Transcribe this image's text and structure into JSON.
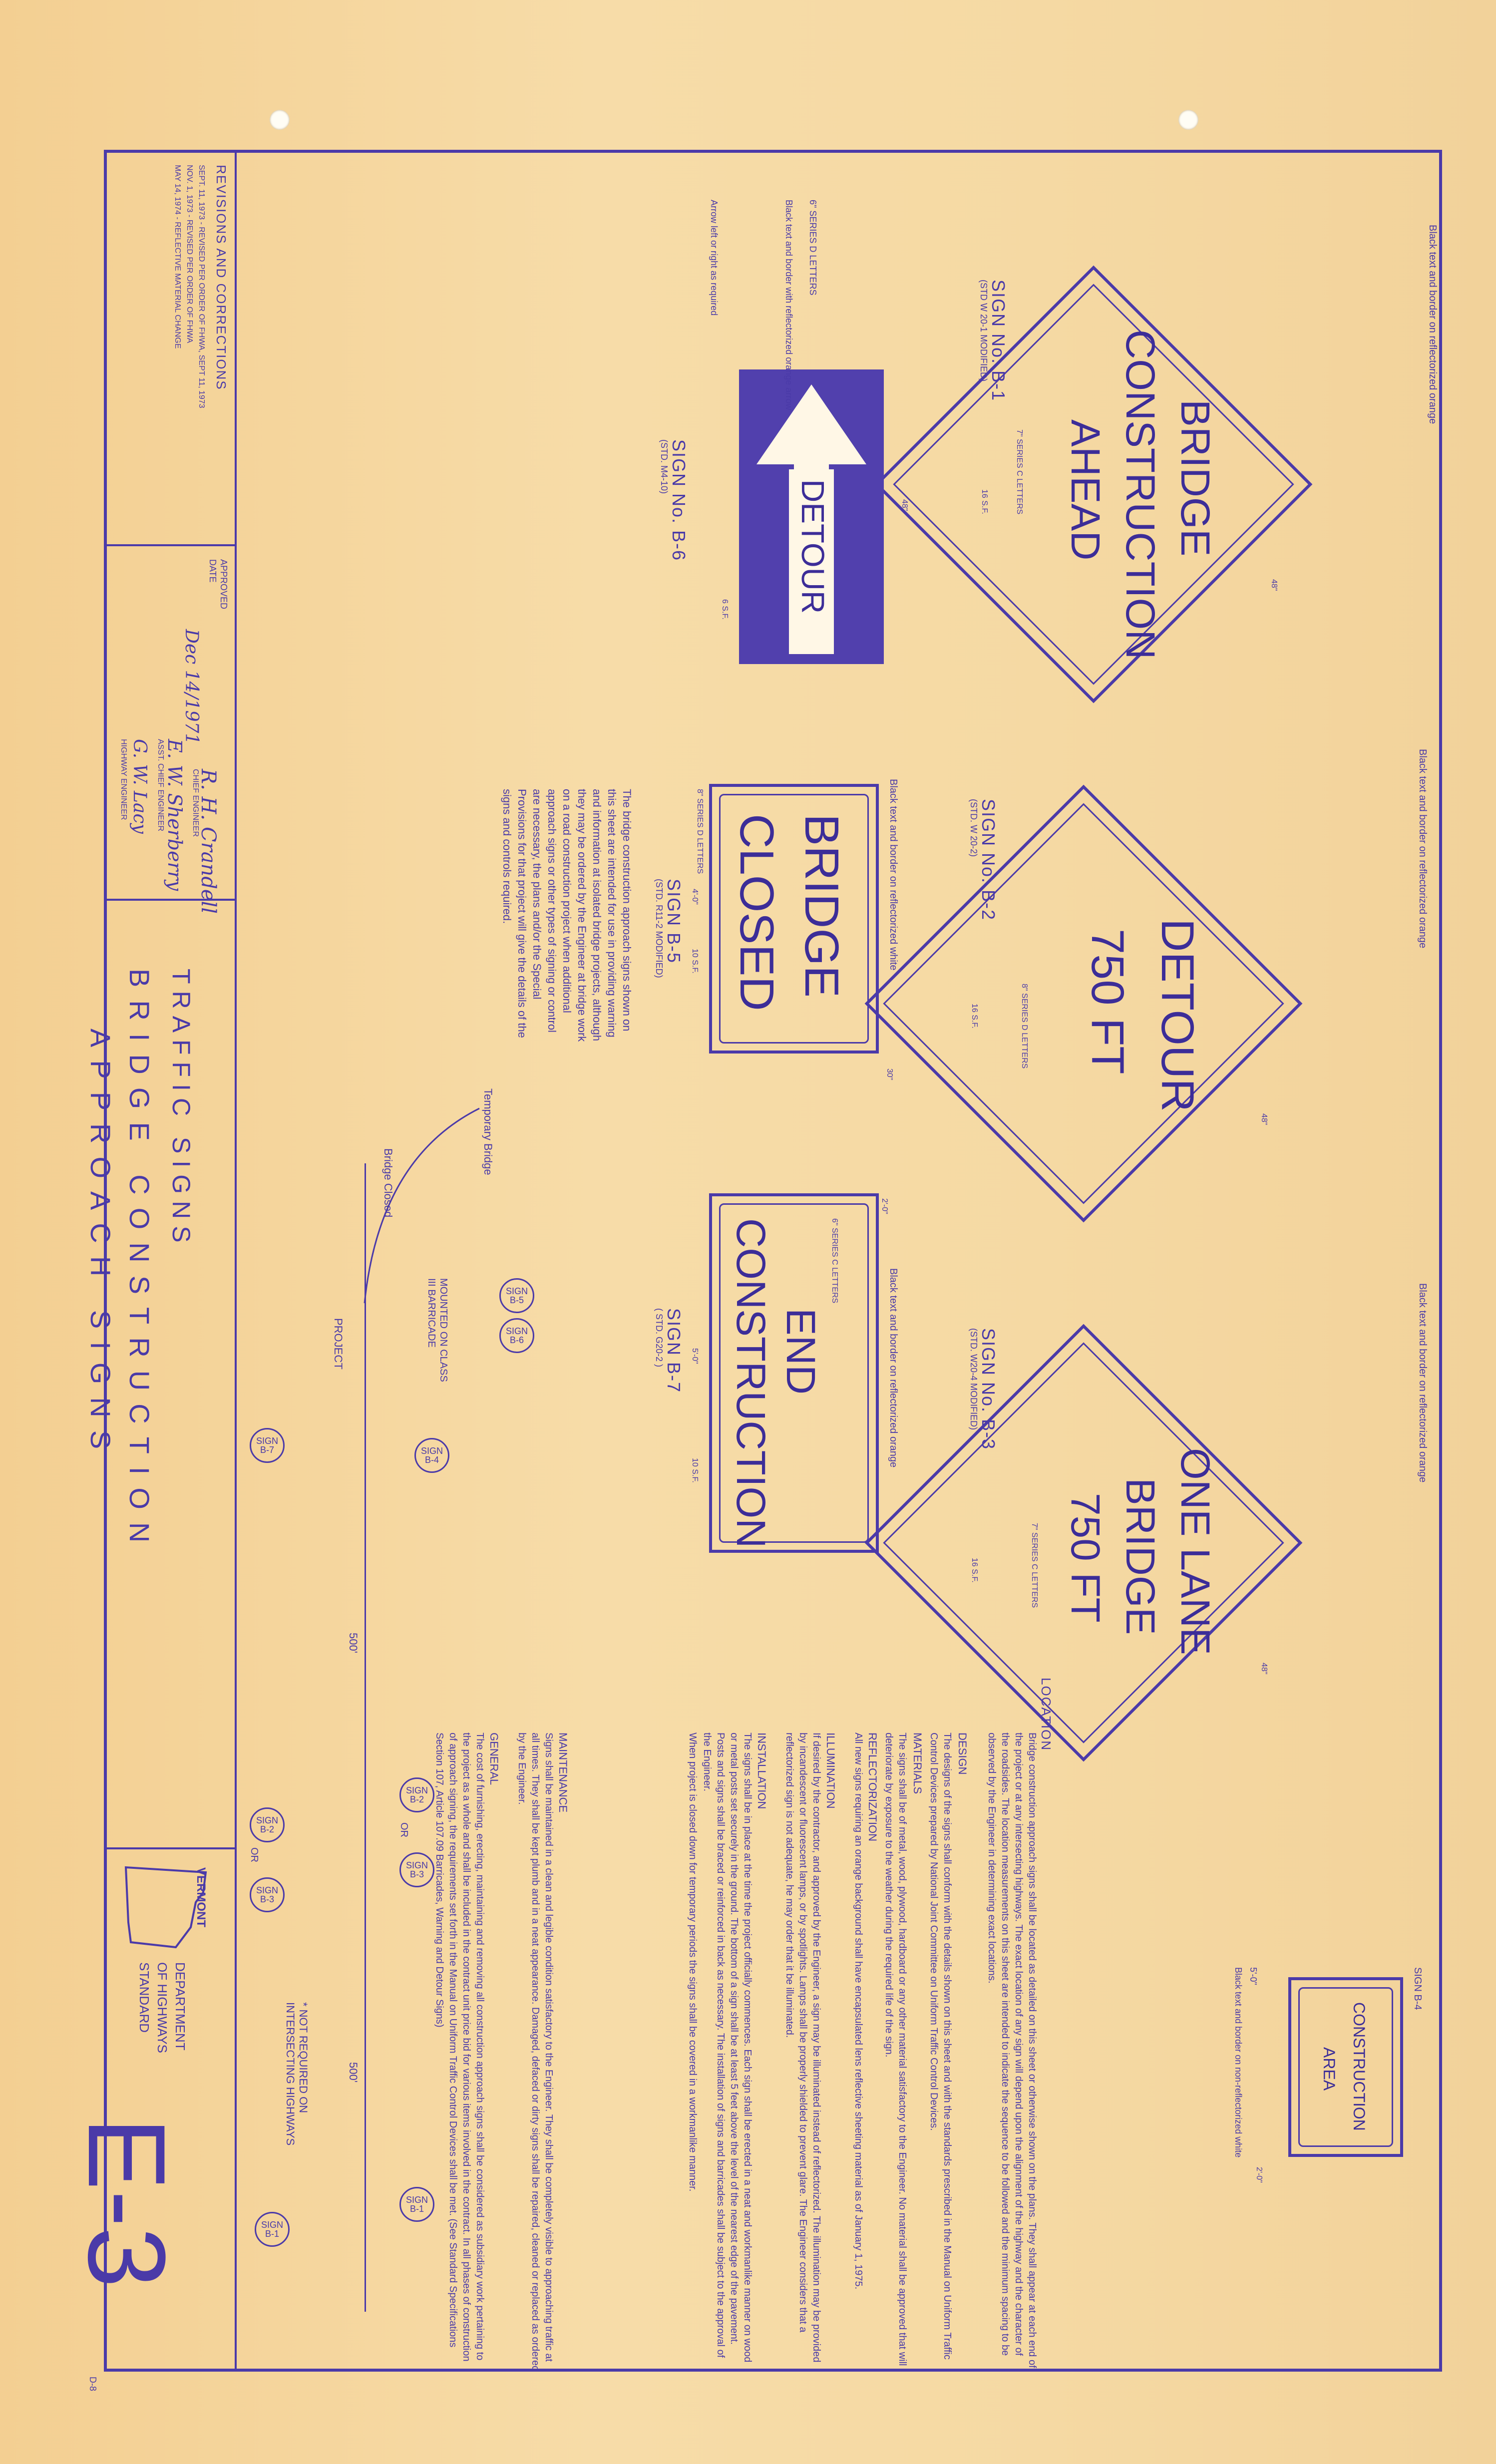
{
  "title_block": {
    "line1": "TRAFFIC SIGNS",
    "line2": "BRIDGE CONSTRUCTION",
    "line3": "APPROACH SIGNS",
    "sheet_no": "E-3",
    "dept_line1": "DEPARTMENT",
    "dept_line2": "OF HIGHWAYS",
    "dept_line3": "STANDARD",
    "state": "VERMONT",
    "corner_code": "D-8"
  },
  "revisions": {
    "heading": "REVISIONS AND CORRECTIONS",
    "r1": "SEPT. 11, 1973 - REVISED PER ORDER OF FHWA, SEPT 11, 1973",
    "r2": "NOV. 1, 1973 - REVISED PER ORDER OF FHWA",
    "r3": "MAY 14, 1974 - REFLECTIVE MATERIAL CHANGE"
  },
  "approval": {
    "approved_label": "APPROVED",
    "date_label": "DATE",
    "date_value": "Dec 14/1971",
    "sig1": "R. H. Crandell",
    "role1": "CHIEF ENGINEER",
    "sig2": "E. W. Sherberry",
    "role2": "ASST. CHIEF ENGINEER",
    "sig3": "G. W. Lacy",
    "role3": "HIGHWAY ENGINEER"
  },
  "signs": {
    "b1": {
      "line1": "BRIDGE",
      "line2": "CONSTRUCTION",
      "line3": "AHEAD",
      "caption": "SIGN No. B-1",
      "std": "(STD W 20-1 MODIFIED)",
      "note": "Black text and border on reflectorized orange",
      "letters": "7\" SERIES C LETTERS",
      "sf": "16 S.F.",
      "dim": "48\""
    },
    "b2": {
      "line1": "DETOUR",
      "line2": "750 FT",
      "caption": "SIGN No. B-2",
      "std": "(STD. W 20-2)",
      "note": "Black text and border on reflectorized orange",
      "letters": "8\" SERIES D LETTERS",
      "sf": "16 S.F.",
      "dim": "48\""
    },
    "b3": {
      "line1": "ONE LANE",
      "line2": "BRIDGE",
      "line3": "750 FT",
      "caption": "SIGN No. B-3",
      "std": "(STD. W20-4 MODIFIED)",
      "note": "Black text and border on reflectorized orange",
      "letters": "7\" SERIES C LETTERS",
      "location": "LOCATION",
      "sf": "16 S.F.",
      "dim": "48\""
    },
    "b4": {
      "line1": "CONSTRUCTION",
      "line2": "AREA",
      "caption": "SIGN B-4",
      "note": "Black text and border on non-reflectorized white",
      "dim": "5'-0\"",
      "dim2": "2'-0\""
    },
    "b5": {
      "line1": "BRIDGE",
      "line2": "CLOSED",
      "caption": "SIGN B-5",
      "std": "(STD. R11-2 MODIFIED)",
      "note": "Black text and border on reflectorized white",
      "letters": "8\" SERIES D LETTERS",
      "sf": "10 S.F.",
      "dim": "4'-0\"",
      "dim2": "30\""
    },
    "b6": {
      "text": "DETOUR",
      "caption": "SIGN No. B-6",
      "std": "(STD. M4-10)",
      "note": "Black text and border with reflectorized orange arrow",
      "letters": "6\" SERIES D LETTERS",
      "arrow_note": "Arrow left or right as required",
      "sf": "6 S.F.",
      "dim": "48\""
    },
    "b7": {
      "line1": "END",
      "line2": "CONSTRUCTION",
      "caption": "SIGN B-7",
      "std": "( STD. G20-2 )",
      "note": "Black text and border on reflectorized orange",
      "letters": "6\" SERIES C LETTERS",
      "sf": "10 S.F.",
      "dim": "5'-0\"",
      "dim2": "2'-0\""
    }
  },
  "notes": {
    "intro": "The bridge construction approach signs shown on this sheet are intended for use in providing warning and information at isolated bridge projects, although they may be ordered by the Engineer at bridge work on a road construction project when additional approach signs or other types of signing or control are necessary, the plans and/or the Special Provisions for that project will give the details of the signs and controls required.",
    "location_text": "Bridge construction approach signs shall be located as detailed on this sheet or otherwise shown on the plans. They shall appear at each end of the project or at any intersecting highways. The exact location of any sign will depend upon the alignment of the highway and the character of the roadsides. The location measurements on this sheet are intended to indicate the sequence to be followed and the minimum spacing to be observed by the Engineer in determining exact locations.",
    "design_heading": "DESIGN",
    "design_text": "The designs of the signs shall conform with the details shown on this sheet and with the standards prescribed in the Manual on Uniform Traffic Control Devices prepared by National Joint Committee on Uniform Traffic Control Devices.",
    "materials_heading": "MATERIALS",
    "materials_text": "The signs shall be of metal, wood, plywood, hardboard or any other material satisfactory to the Engineer. No material shall be approved that will deteriorate by exposure to the weather during the required life of the sign.",
    "reflect_heading": "REFLECTORIZATION",
    "reflect_text": "All new signs requiring an orange background shall have encapsulated lens reflective sheeting material as of January 1, 1975.",
    "illum_heading": "ILLUMINATION",
    "illum_text": "If desired by the contractor, and approved by the Engineer, a sign may be illuminated instead of reflectorized. The illumination may be provided by incandescent or fluorescent lamps, or by spotlights. Lamps shall be properly shielded to prevent glare. The Engineer considers that a reflectorized sign is not adequate, he may order that it be illuminated.",
    "install_heading": "INSTALLATION",
    "install_text": "The signs shall be in place at the time the project officially commences. Each sign shall be erected in a neat and workmanlike manner on wood or metal posts set securely in the ground. The bottom of a sign shall be at least 5 feet above the level of the nearest edge of the pavement. Posts and signs shall be braced or reinforced in back as necessary. The installation of signs and barricades shall be subject to the approval of the Engineer.",
    "closed_text": "When project is closed down for temporary periods the signs shall be covered in a workmanlike manner.",
    "maint_heading": "MAINTENANCE",
    "maint_text": "Signs shall be maintained in a clean and legible condition satisfactory to the Engineer. They shall be completely visible to approaching traffic at all times. They shall be kept plumb and in a neat appearance. Damaged, defaced or dirty signs shall be repaired, cleaned or replaced as ordered by the Engineer.",
    "general_heading": "GENERAL",
    "general_text": "The cost of furnishing, erecting, maintaining and removing all construction approach signs shall be considered as subsidiary work pertaining to the project as a whole and shall be included in the contract unit price bid for various items involved in the contract. In all phases of construction of approach signing, the requirements set forth in the Manual on Uniform Traffic Control Devices shall be met. (See Standard Specifications Section 107, Article 107.09 Barricades, Warning and Detour Signs)"
  },
  "diagram": {
    "temp_bridge": "Temporary Bridge",
    "bridge_closed": "Bridge Closed",
    "project": "PROJECT",
    "mounted": "MOUNTED ON CLASS III BARRICADE",
    "d500a": "500'",
    "d500b": "500'",
    "not_required": "* NOT REQUIRED ON INTERSECTING HIGHWAYS",
    "c_b5": "SIGN B-5",
    "c_b6": "SIGN B-6",
    "c_b4": "SIGN B-4",
    "c_b7": "SIGN B-7",
    "c_b2": "SIGN B-2",
    "c_b3": "SIGN B-3",
    "or1": "OR",
    "c_b2b": "SIGN B-2",
    "c_b3b": "SIGN B-3",
    "or2": "OR",
    "c_b1a": "SIGN B-1",
    "c_b1b": "SIGN B-1"
  }
}
